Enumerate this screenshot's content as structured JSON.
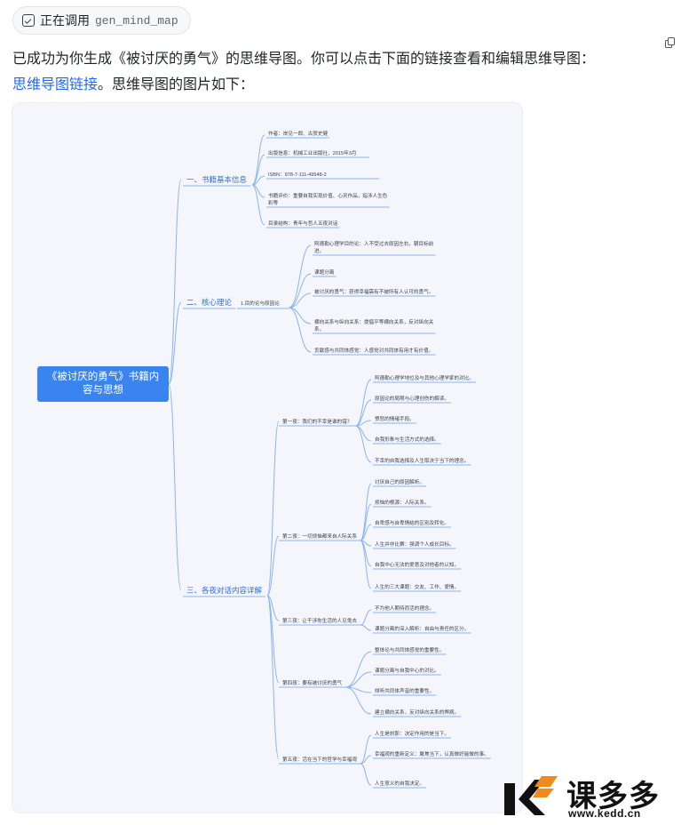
{
  "tool_call": {
    "status": "正在调用",
    "name": "gen_mind_map"
  },
  "message": {
    "line1": "已成功为你生成《被讨厌的勇气》的思维导图。你可以点击下面的链接查看和编辑思维导图：",
    "link_text": "思维导图链接",
    "line2_rest": "。思维导图的图片如下："
  },
  "mind_map": {
    "root": "《被讨厌的勇气》书籍内容与思想",
    "root_lines": [
      "《被讨厌的勇气》书籍内",
      "容与思想"
    ],
    "sections": [
      {
        "label": "一、书籍基本信息",
        "items": [
          "作者：岸见一郎、古贺史健",
          "出版信息：机械工业出版社，2015年3月",
          "ISBN：978-7-111-49548-2",
          "书籍评价：重要自我实现价值、心灵作品，指涉人生色彩等",
          "目录结构：青年与哲人五夜对话"
        ]
      },
      {
        "label": "二、核心理论",
        "sub": "1.目的论与原因论",
        "items": [
          "阿德勒心理学目的论：人不受过去原因左右，朝目标前进。",
          "课题分离",
          "被讨厌的勇气：获得幸福需有不被所有人认可的勇气。",
          "横向关系与纵向关系：提倡平等横向关系，反对纵向关系。",
          "贡献感与共同体感觉：人感觉对共同体有用才有价值。"
        ]
      },
      {
        "label": "三、各夜对话内容详解",
        "nights": [
          {
            "label": "第一夜：我们的不幸是谁的错？",
            "items": [
              "阿德勒心理学地位及与其他心理学家的对比。",
              "原因论的局限与心理创伤的解读。",
              "愤怒的情绪手段。",
              "自我形象与生活方式的选择。",
              "不幸的自我选择及人生取决于当下的理念。"
            ]
          },
          {
            "label": "第二夜：一切烦恼都来自人际关系",
            "items": [
              "讨厌自己的原因解析。",
              "烦恼的根源：人际关系。",
              "自卑感与自卑情结的区别及转化。",
              "人生并非比赛：强调个人成长目标。",
              "自我中心无法的爱意及对他者的认知。",
              "人生的三大课题：交友、工作、爱情。"
            ]
          },
          {
            "label": "第三夜：让干涉你生活的人见鬼去",
            "items": [
              "不为他人期待而活的理念。",
              "课题分离的深入解析：自由与责任的区分。"
            ]
          },
          {
            "label": "第四夜：要有被讨厌的勇气",
            "items": [
              "整体论与共同体感觉的重要性。",
              "课题分离与自我中心的对比。",
              "倾听共同体声音的重要性。",
              "建立横向关系，反对纵向关系的弊病。"
            ]
          },
          {
            "label": "第五夜：活在当下的哲学与幸福观",
            "items": [
              "人生是刹那：决定作用的是当下。",
              "幸福观的重新定义：聚焦当下，认真做好能做的事。",
              "人生意义的自我决定。"
            ]
          }
        ]
      }
    ]
  },
  "watermark": {
    "brand": "课多多",
    "url": "www.kedd.cn"
  },
  "colors": {
    "link": "#2468f2",
    "root_node": "#3a84f0",
    "branch_line": "#8ab4f0",
    "map_bg": "#f4f6fb"
  }
}
